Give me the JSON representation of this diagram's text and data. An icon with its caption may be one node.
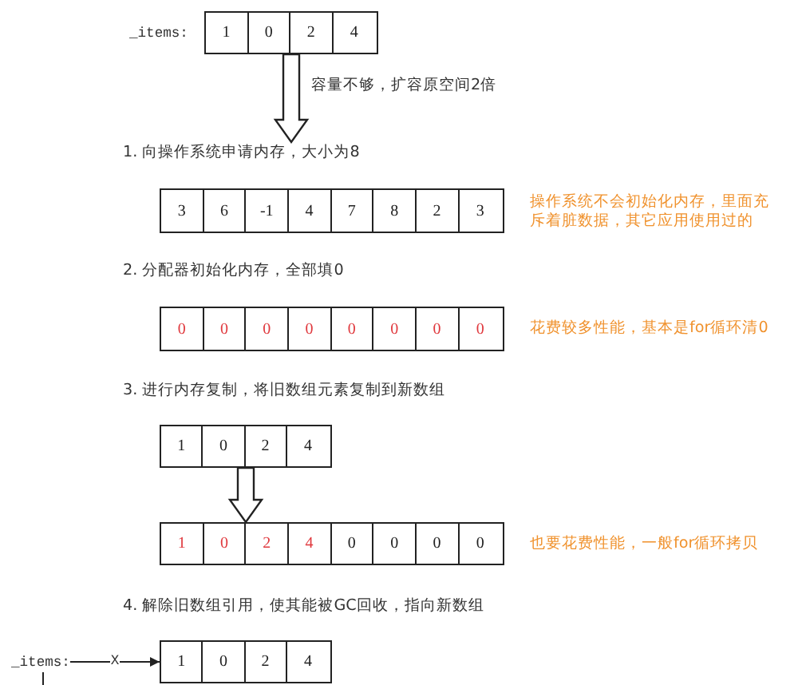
{
  "diagram": {
    "nodes": [
      {
        "text": [],
        "shape": "box",
        "beside": [
          "_items:"
        ]
      },
      {
        "text": [
          "1"
        ],
        "in": 0
      },
      {
        "text": [
          "0"
        ],
        "in": 0
      },
      {
        "text": [
          "2"
        ],
        "in": 0
      },
      {
        "text": [
          "4"
        ],
        "in": 0
      },
      {
        "text": [
          "1. 向操作系统申请内存，大小为8"
        ]
      },
      {
        "text": [],
        "shape": "box",
        "beside": [
          "操作系统不会初始化内存，里面充斥着脏数据，其它应用使用过的"
        ]
      },
      {
        "text": [
          "3"
        ],
        "in": 6
      },
      {
        "text": [
          "6"
        ],
        "in": 6
      },
      {
        "text": [
          "-1"
        ],
        "in": 6
      },
      {
        "text": [
          "4"
        ],
        "in": 6
      },
      {
        "text": [
          "7"
        ],
        "in": 6
      },
      {
        "text": [
          "8"
        ],
        "in": 6
      },
      {
        "text": [
          "2"
        ],
        "in": 6
      },
      {
        "text": [
          "3"
        ],
        "in": 6
      },
      {
        "text": [],
        "shape": "box",
        "beside": [
          "花费较多性能，基本是for循环清0"
        ]
      },
      {
        "text": [
          "0"
        ],
        "in": 15
      },
      {
        "text": [
          "0"
        ],
        "in": 15
      },
      {
        "text": [
          "0"
        ],
        "in": 15
      },
      {
        "text": [
          "0"
        ],
        "in": 15
      },
      {
        "text": [
          "0"
        ],
        "in": 15
      },
      {
        "text": [
          "0"
        ],
        "in": 15
      },
      {
        "text": [
          "0"
        ],
        "in": 15
      },
      {
        "text": [
          "0"
        ],
        "in": 15
      },
      {
        "text": [],
        "shape": "box"
      },
      {
        "text": [
          "1"
        ],
        "in": 24
      },
      {
        "text": [
          "0"
        ],
        "in": 24
      },
      {
        "text": [
          "2"
        ],
        "in": 24
      },
      {
        "text": [
          "4"
        ],
        "in": 24
      },
      {
        "text": [],
        "shape": "box",
        "beside": [
          "也要花费性能，一般for循环拷贝"
        ]
      },
      {
        "text": [
          "1"
        ],
        "in": 29
      },
      {
        "text": [
          "0"
        ],
        "in": 29
      },
      {
        "text": [
          "2"
        ],
        "in": 29
      },
      {
        "text": [
          "4"
        ],
        "in": 29
      },
      {
        "text": [
          "0"
        ],
        "in": 29
      },
      {
        "text": [
          "0"
        ],
        "in": 29
      },
      {
        "text": [
          "0"
        ],
        "in": 29
      },
      {
        "text": [
          "0"
        ],
        "in": 29
      },
      {
        "text": [
          "_items:"
        ]
      },
      {
        "text": [],
        "shape": "box"
      },
      {
        "text": [
          "1"
        ],
        "in": 39
      },
      {
        "text": [
          "0"
        ],
        "in": 39
      },
      {
        "text": [
          "2"
        ],
        "in": 39
      },
      {
        "text": [
          "4"
        ],
        "in": 39
      }
    ],
    "edges": [
      {
        "from": 0,
        "to": 5,
        "arrow": "to",
        "label": "容量不够，扩容原空间2倍",
        "style": "thick"
      },
      {
        "from": 24,
        "to": 29,
        "arrow": "to",
        "style": "thick"
      },
      {
        "from": 38,
        "to": 39,
        "arrow": "to",
        "label": "X"
      },
      {
        "from": 38,
        "to": null,
        "arrow": "none"
      }
    ],
    "labels": [
      "2. 分配器初始化内存，全部填0",
      "3. 进行内存复制，将旧数组元素复制到新数组",
      "4. 解除旧数组引用，使其能被GC回收，指向新数组"
    ]
  }
}
